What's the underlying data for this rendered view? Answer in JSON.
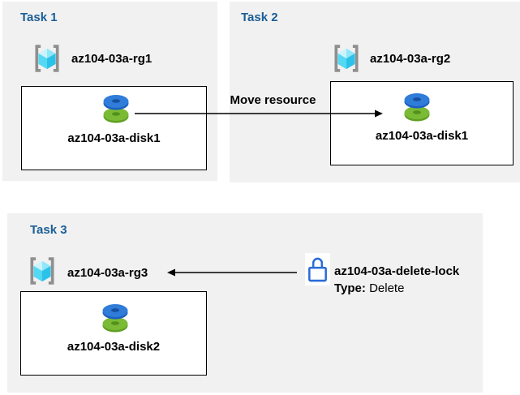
{
  "tasks": {
    "task1": {
      "title": "Task 1",
      "resource_group": "az104-03a-rg1",
      "resource": "az104-03a-disk1"
    },
    "task2": {
      "title": "Task 2",
      "resource_group": "az104-03a-rg2",
      "resource": "az104-03a-disk1"
    },
    "task3": {
      "title": "Task 3",
      "resource_group": "az104-03a-rg3",
      "resource": "az104-03a-disk2"
    }
  },
  "move_arrow": {
    "label": "Move resource"
  },
  "lock": {
    "name": "az104-03a-delete-lock",
    "type_label": "Type:",
    "type_value": "Delete"
  },
  "icons": {
    "resource_group": "azure-resource-group-icon",
    "disk": "azure-disk-icon",
    "lock": "delete-lock-icon"
  },
  "colors": {
    "panel_background": "#f1f1f1",
    "task_heading": "#1a5e97",
    "box_border": "#000000",
    "arrow": "#000000",
    "bracket_gray": "#8f8f8f",
    "cube_light": "#cbf3fc",
    "cube_mid": "#55d8f3",
    "cube_dark": "#2bc2e9",
    "disk_blue_face": "#2f7cd9",
    "disk_blue_rim": "#1c5fc2",
    "disk_green_face": "#7aba35",
    "disk_green_rim": "#5f9f22",
    "lock_blue": "#2b6bd8"
  }
}
